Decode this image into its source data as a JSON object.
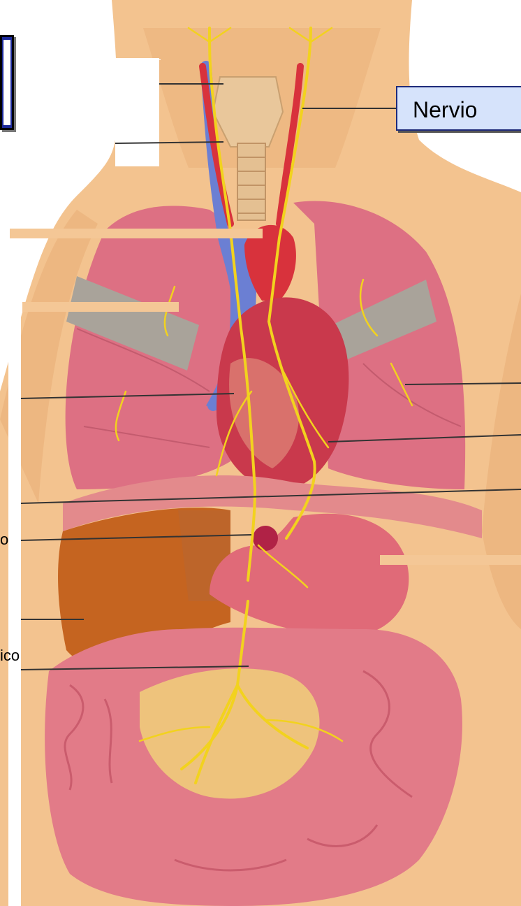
{
  "title_label": "Nervio",
  "side_labels": {
    "label_1": "o",
    "label_2": "ico"
  },
  "colors": {
    "nerve": "#f2d21e",
    "artery": "#d8323c",
    "vein": "#6b7fd3",
    "skin": "#f3c38f",
    "lung": "#dd7083",
    "heart": "#c9394c",
    "liver": "#c56420",
    "intestine": "#e27b88",
    "leader_line": "#333333",
    "blank_bar": "#f4c796",
    "title_fill": "#d6e3fb",
    "title_border": "#1f2b7a"
  }
}
